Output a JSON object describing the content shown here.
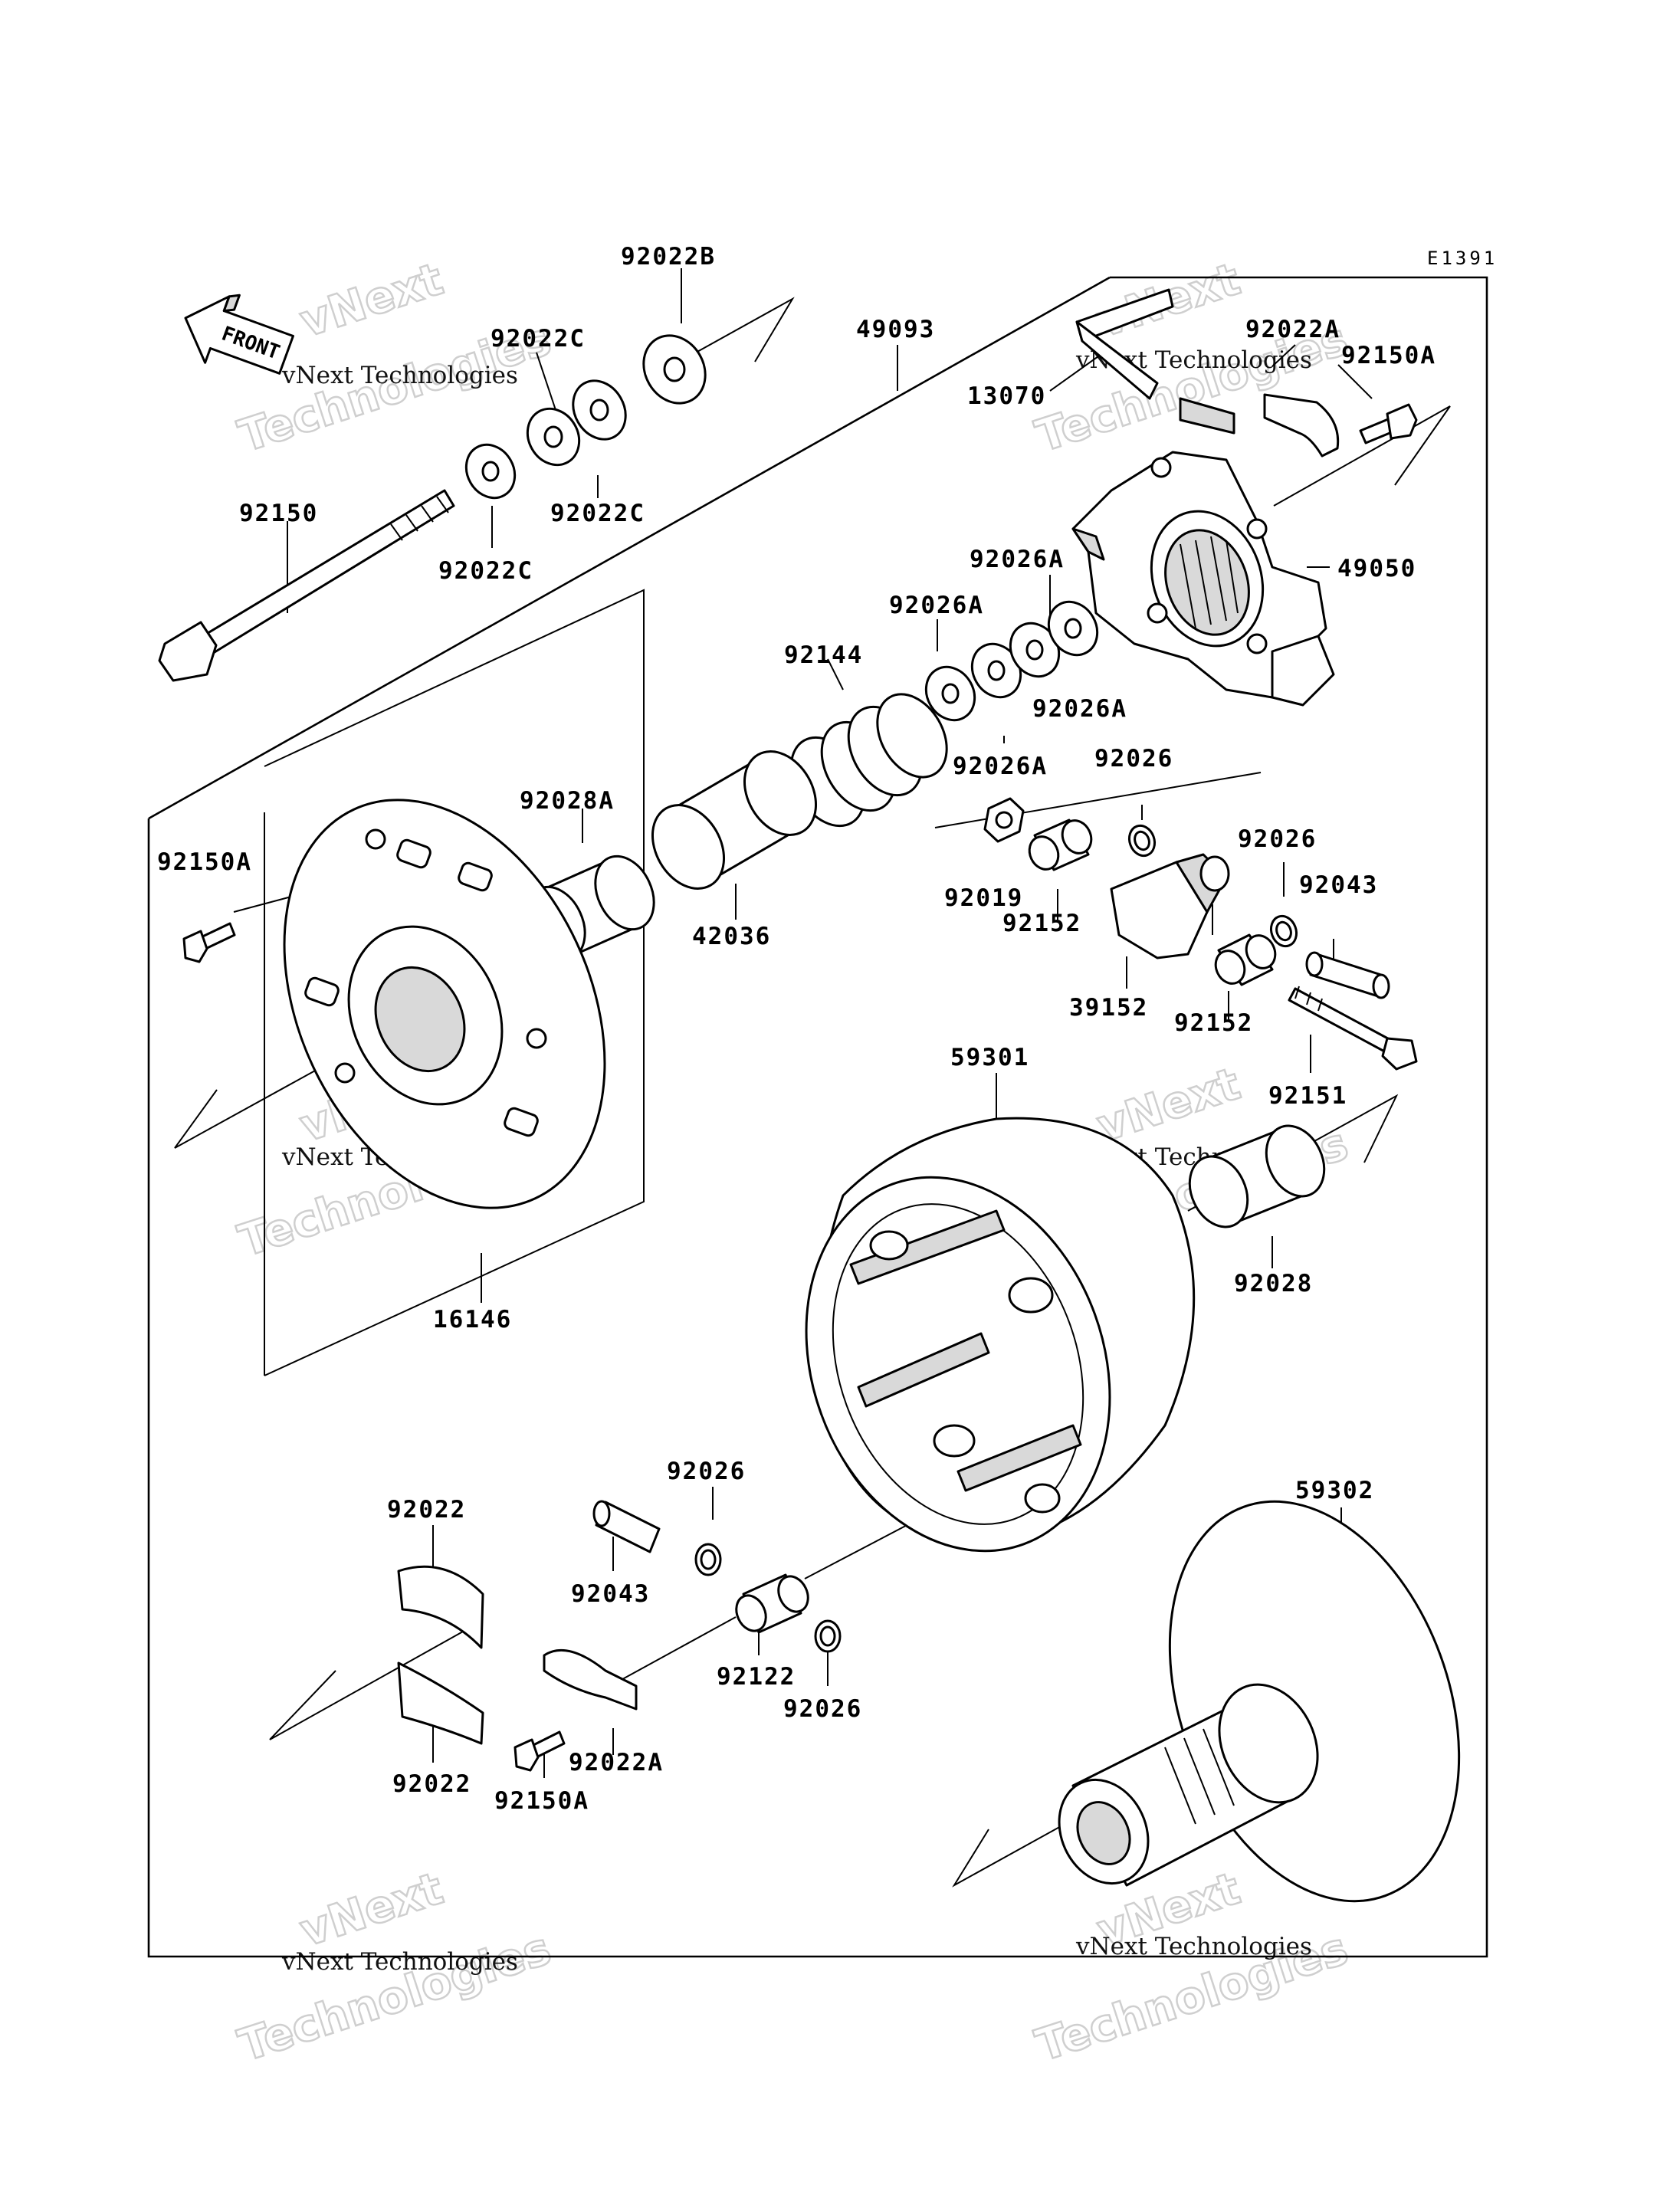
{
  "diagram": {
    "code": "E1391",
    "front_label": "FRONT",
    "watermark": {
      "small": "vNext Technologies",
      "line1": "vNext",
      "line2": "Technologies"
    },
    "labels": {
      "l92022B": "92022B",
      "l49093": "49093",
      "l92022A_top": "92022A",
      "l92150A_top": "92150A",
      "l13070": "13070",
      "l92022C_a": "92022C",
      "l92022C_b": "92022C",
      "l92022C_c": "92022C",
      "l92150": "92150",
      "l49050": "49050",
      "l92026A_a": "92026A",
      "l92026A_b": "92026A",
      "l92026A_c": "92026A",
      "l92026A_d": "92026A",
      "l92144": "92144",
      "l92028A": "92028A",
      "l92150A_mid": "92150A",
      "l42036": "42036",
      "l92026_a": "92026",
      "l92026_b": "92026",
      "l92019": "92019",
      "l92152_a": "92152",
      "l92043_r": "92043",
      "l39152": "39152",
      "l92152_b": "92152",
      "l92151": "92151",
      "l59301": "59301",
      "l92028": "92028",
      "l16146": "16146",
      "l59302": "59302",
      "l92022_a": "92022",
      "l92026_c": "92026",
      "l92043_l": "92043",
      "l92122": "92122",
      "l92026_d": "92026",
      "l92022_b": "92022",
      "l92022A_bot": "92022A",
      "l92150A_bot": "92150A"
    }
  }
}
